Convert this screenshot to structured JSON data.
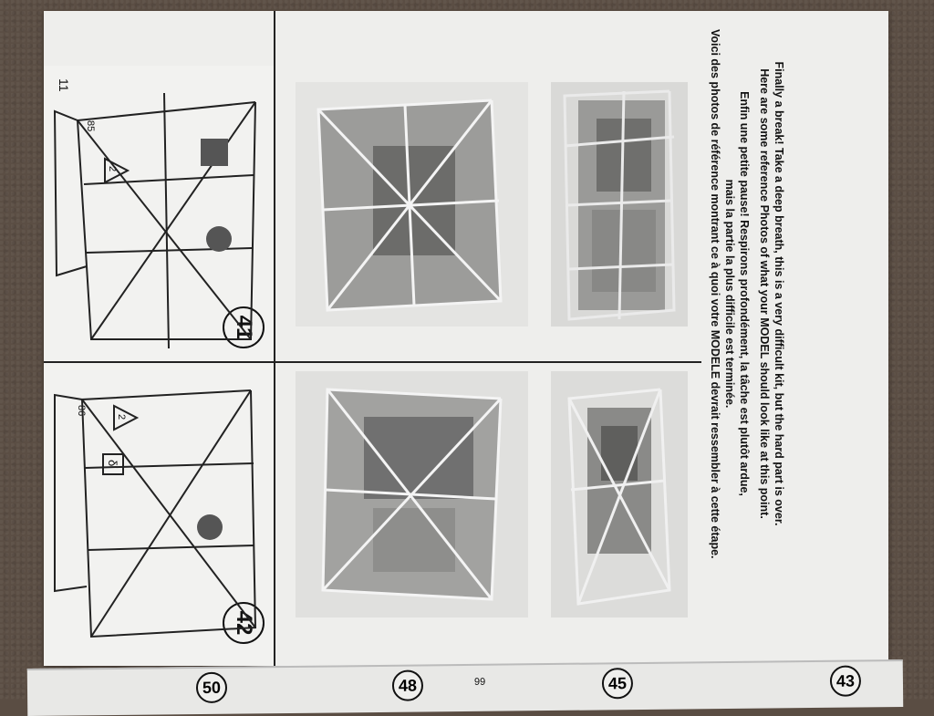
{
  "page_number": "11",
  "steps": [
    {
      "number": "41",
      "part": "85",
      "marker": "2"
    },
    {
      "number": "42",
      "part": "86",
      "marker": "2",
      "symbol": "δ"
    }
  ],
  "note": {
    "english_line1": "Finally a break! Take a deep breath, this is a very difficult kit, but the hard part is over.",
    "english_line2": "Here are some reference Photos of what your MODEL should look like at this point.",
    "french_line1": "Enfin une petite pause! Respirons profondément, la tâche est plutôt ardue,",
    "french_line2": "mais la partie la plus difficile est terminée.",
    "french_line3": "Voici des photos de référence montrant ce à quoi votre MODELE devrait ressembler à cette étape."
  },
  "next_page_steps": [
    "50",
    "48",
    "45",
    "43"
  ],
  "next_page_part": "99",
  "colors": {
    "paper": "#eeeeec",
    "ink": "#111111",
    "carpet": "#5b4e44",
    "photo_grey": "#cfcfcd"
  }
}
